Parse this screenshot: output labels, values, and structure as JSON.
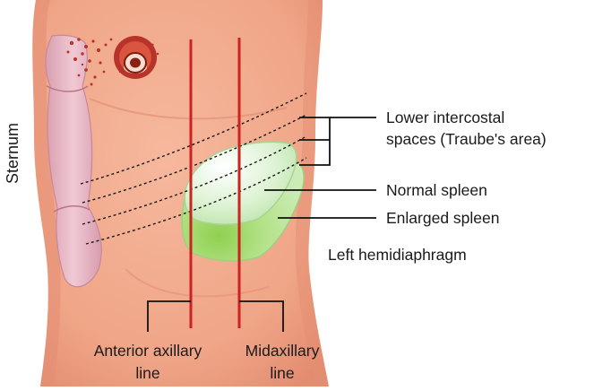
{
  "labels": {
    "sternum": "Sternum",
    "lower_intercostal_line1": "Lower intercostal",
    "lower_intercostal_line2": "spaces (Traube's area)",
    "normal_spleen": "Normal spleen",
    "enlarged_spleen": "Enlarged spleen",
    "left_hemidiaphragm": "Left hemidiaphragm",
    "anterior_axillary_line1": "Anterior axillary",
    "anterior_axillary_line2": "line",
    "midaxillary_line1": "Midaxillary",
    "midaxillary_line2": "line"
  },
  "colors": {
    "skin": "#f2a98c",
    "skin_shadow": "#e48d72",
    "sternum": "#e9b8c3",
    "guide_line": "#cc2222",
    "normal_spleen": "#d6f0cc",
    "enlarged_spleen": "#a9dd88",
    "leader": "#111111"
  }
}
